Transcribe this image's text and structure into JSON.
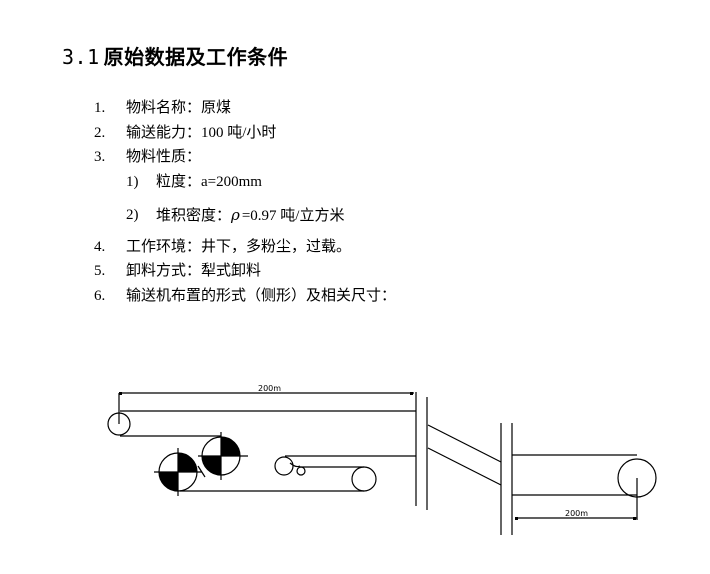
{
  "heading": {
    "number": "3.1",
    "text": "原始数据及工作条件"
  },
  "items": [
    {
      "num": "1.",
      "label": "物料名称：",
      "value": "原煤"
    },
    {
      "num": "2.",
      "label": "输送能力：",
      "value": "100 吨/小时"
    },
    {
      "num": "3.",
      "label": "物料性质：",
      "value": ""
    },
    {
      "num": "1)",
      "label": "粒度：",
      "value": "a=200mm"
    },
    {
      "num": "2)",
      "label": "堆积密度：",
      "symbol": "ρ",
      "value": "=0.97 吨/立方米"
    },
    {
      "num": "4.",
      "label": "工作环境：",
      "value": "井下，多粉尘，过载。"
    },
    {
      "num": "5.",
      "label": "卸料方式：",
      "value": "犁式卸料"
    },
    {
      "num": "6.",
      "label": "输送机布置的形式（侧形）及相关尺寸：",
      "value": ""
    }
  ],
  "diagram": {
    "dimension_left": "200m",
    "dimension_right": "200m"
  }
}
